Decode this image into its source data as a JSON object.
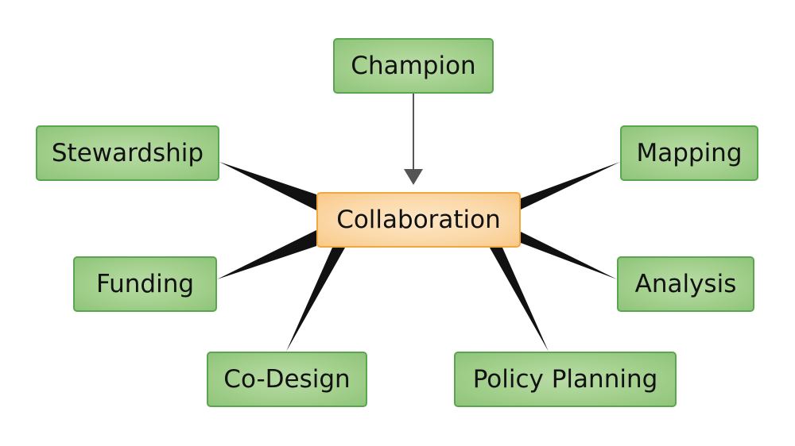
{
  "diagram": {
    "center": {
      "label": "Collaboration"
    },
    "nodes": [
      {
        "id": "champion",
        "label": "Champion"
      },
      {
        "id": "stewardship",
        "label": "Stewardship"
      },
      {
        "id": "mapping",
        "label": "Mapping"
      },
      {
        "id": "funding",
        "label": "Funding"
      },
      {
        "id": "analysis",
        "label": "Analysis"
      },
      {
        "id": "co-design",
        "label": "Co-Design"
      },
      {
        "id": "policy-planning",
        "label": "Policy Planning"
      }
    ],
    "edges": [
      {
        "from": "champion",
        "to": "collaboration",
        "style": "arrow"
      },
      {
        "from": "collaboration",
        "to": "stewardship",
        "style": "tapered"
      },
      {
        "from": "collaboration",
        "to": "mapping",
        "style": "tapered"
      },
      {
        "from": "collaboration",
        "to": "funding",
        "style": "tapered"
      },
      {
        "from": "collaboration",
        "to": "analysis",
        "style": "tapered"
      },
      {
        "from": "collaboration",
        "to": "co-design",
        "style": "tapered"
      },
      {
        "from": "collaboration",
        "to": "policy-planning",
        "style": "tapered"
      }
    ],
    "colors": {
      "leaf_fill": "#a3d08d",
      "leaf_border": "#5aa64e",
      "center_fill": "#fbd8a8",
      "center_border": "#f0a73c",
      "connector": "#111111",
      "arrow": "#555555"
    }
  }
}
